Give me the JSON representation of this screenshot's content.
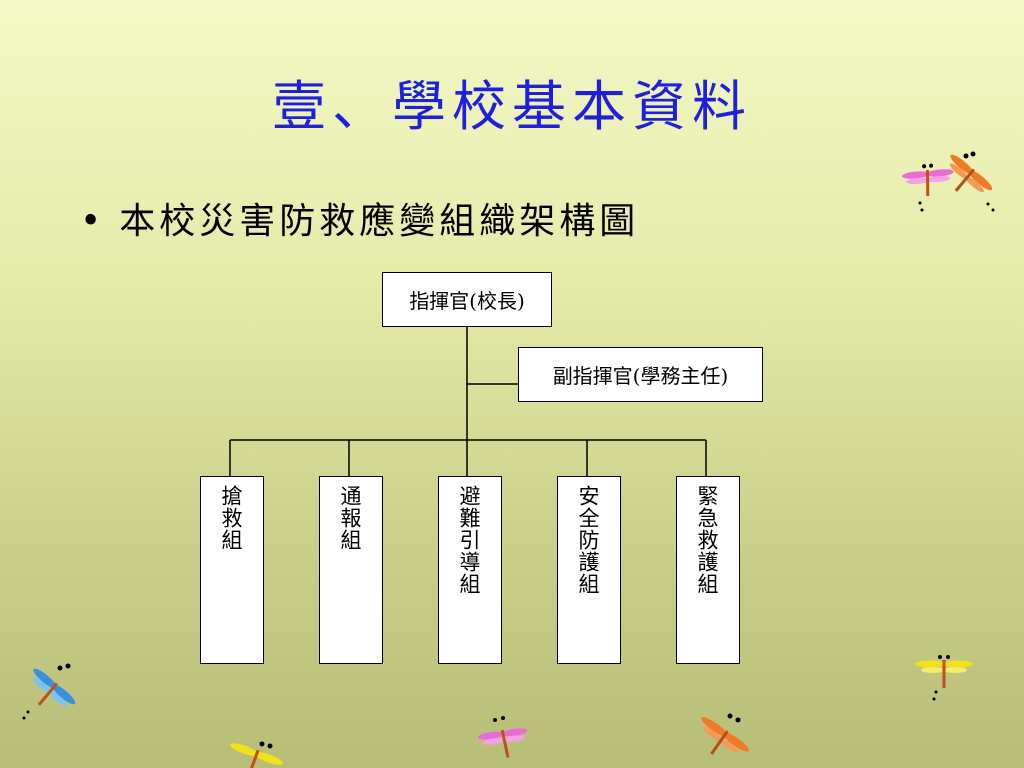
{
  "slide": {
    "title": "壹、學校基本資料",
    "bullet": "本校災害防救應變組織架構圖"
  },
  "org_chart": {
    "commander": "指揮官(校長)",
    "deputy": "副指揮官(學務主任)",
    "groups": [
      "搶救組",
      "通報組",
      "避難引導組",
      "安全防護組",
      "緊急救護組"
    ]
  },
  "colors": {
    "title": "#1f1fe0",
    "background_top": "#f3f8c6",
    "background_bottom": "#b8bd77",
    "box_fill": "#ffffff",
    "line": "#000000"
  },
  "icons": {
    "decoration": "dragonfly-icon"
  }
}
